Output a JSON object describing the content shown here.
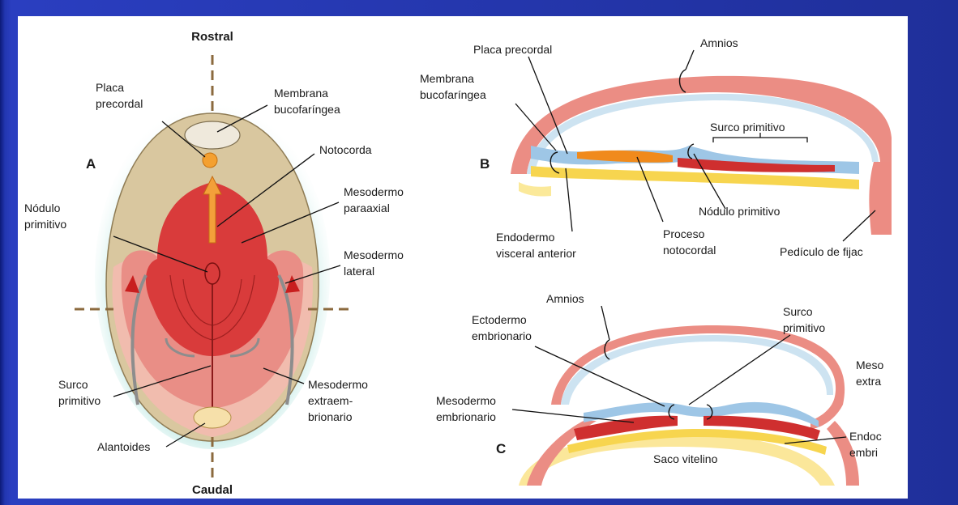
{
  "panel_a": {
    "letter": "A",
    "rostral": "Rostral",
    "caudal": "Caudal",
    "placa_precordal": [
      "Placa",
      "precordal"
    ],
    "membrana_bucofaringea": [
      "Membrana",
      "bucofaríngea"
    ],
    "notocorda": "Notocorda",
    "nodulo_primitivo": [
      "Nódulo",
      "primitivo"
    ],
    "mesodermo_paraaxial": [
      "Mesodermo",
      "paraaxial"
    ],
    "mesodermo_lateral": [
      "Mesodermo",
      "lateral"
    ],
    "surco_primitivo": [
      "Surco",
      "primitivo"
    ],
    "mesodermo_extraembrionario": [
      "Mesodermo",
      "extraem-",
      "brionario"
    ],
    "alantoides": "Alantoides"
  },
  "panel_b": {
    "letter": "B",
    "amnios": "Amnios",
    "placa_precordal": "Placa precordal",
    "membrana_bucofaringea": [
      "Membrana",
      "bucofaríngea"
    ],
    "surco_primitivo": "Surco primitivo",
    "nodulo_primitivo": "Nódulo primitivo",
    "endodermo_visceral": [
      "Endodermo",
      "visceral anterior"
    ],
    "proceso_notocordal": [
      "Proceso",
      "notocordal"
    ],
    "pediculo": "Pedículo de fijac"
  },
  "panel_c": {
    "letter": "C",
    "amnios": "Amnios",
    "ectodermo": [
      "Ectodermo",
      "embrionario"
    ],
    "surco_primitivo": [
      "Surco",
      "primitivo"
    ],
    "meso_extra": [
      "Meso",
      "extra"
    ],
    "mesodermo_embrionario": [
      "Mesodermo",
      "embrionario"
    ],
    "endoderm": [
      "Endoc",
      "embri"
    ],
    "saco_vitelino": "Saco vitelino"
  }
}
